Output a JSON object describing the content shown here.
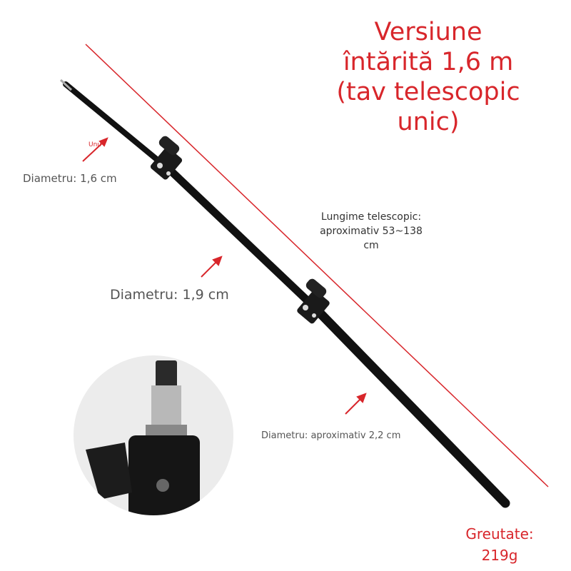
{
  "title": "Versiune\nîntărită 1,6 m\n(tav telescopic\nunic)",
  "labels": {
    "unu": "Unu",
    "diameter_top": "Diametru: 1,6 cm",
    "diameter_middle": "Diametru: 1,9 cm",
    "diameter_bottom": "Diametru: aproximativ 2,2 cm",
    "length": "Lungime telescopic:\naproximativ 53~138\ncm",
    "weight": "Greutate:\n219g"
  },
  "colors": {
    "accent": "#d8262b",
    "pole": "#111111",
    "label": "#555555"
  }
}
